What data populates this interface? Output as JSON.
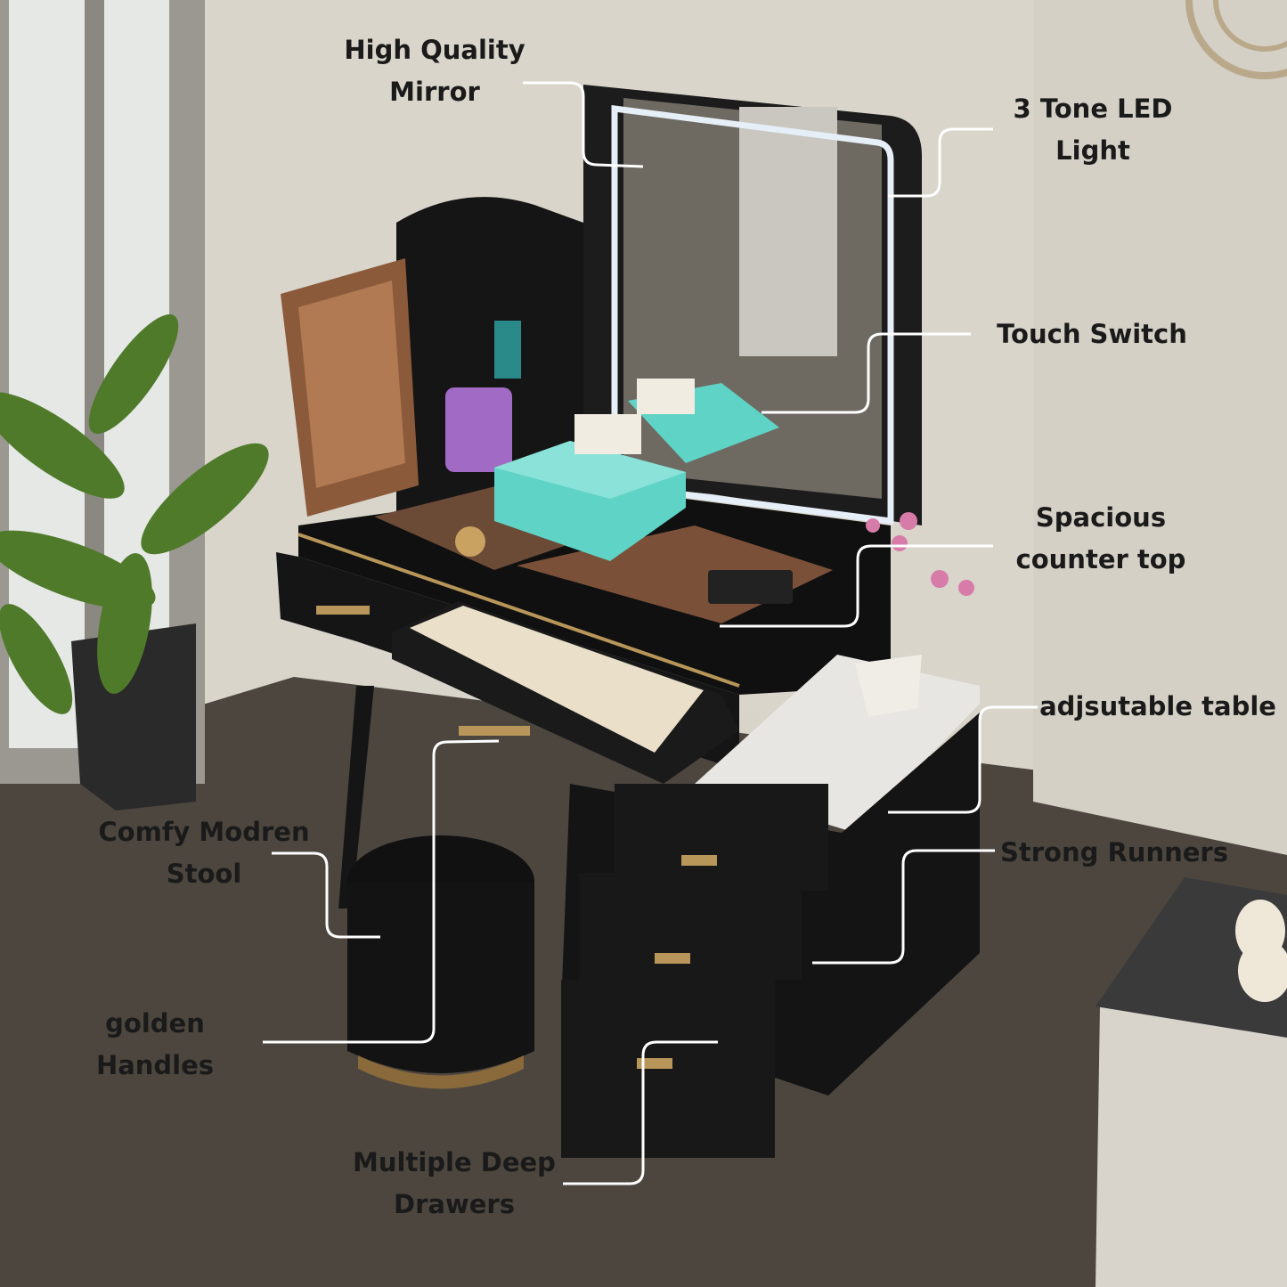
{
  "callouts": {
    "mirror": {
      "line1": "High Quality",
      "line2": "Mirror"
    },
    "led": {
      "line1": "3 Tone LED",
      "line2": "Light"
    },
    "touch": {
      "line1": "Touch Switch"
    },
    "counter": {
      "line1": "Spacious",
      "line2": "counter top"
    },
    "adjust": {
      "line1": "adjsutable table"
    },
    "stool": {
      "line1": "Comfy Modren",
      "line2": "Stool"
    },
    "runners": {
      "line1": "Strong Runners"
    },
    "handles": {
      "line1": "golden",
      "line2": "Handles"
    },
    "drawers": {
      "line1": "Multiple Deep",
      "line2": "Drawers"
    }
  },
  "colors": {
    "wall": "#d9d5cb",
    "floor": "#4a443d",
    "furniture": "#141414",
    "gold": "#b8965a",
    "organizer": "#5fd3c6",
    "leader_line": "#ffffff"
  }
}
